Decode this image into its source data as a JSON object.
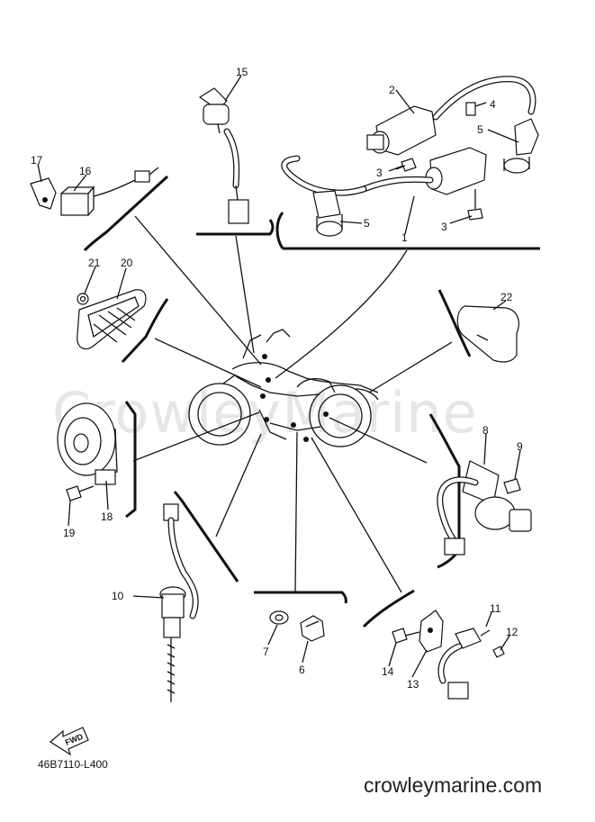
{
  "watermark": "CrowleyMarine",
  "drawing_code": "46B7110-L400",
  "site": "crowleymarine.com",
  "fwd_label": "FWD",
  "callouts": {
    "c1": "1",
    "c2": "2",
    "c3a": "3",
    "c3b": "3",
    "c4": "4",
    "c5a": "5",
    "c5b": "5",
    "c6": "6",
    "c7": "7",
    "c8": "8",
    "c9": "9",
    "c10": "10",
    "c11": "11",
    "c12": "12",
    "c13": "13",
    "c14": "14",
    "c15": "15",
    "c16": "16",
    "c17": "17",
    "c18": "18",
    "c19": "19",
    "c20": "20",
    "c21": "21",
    "c22": "22"
  }
}
